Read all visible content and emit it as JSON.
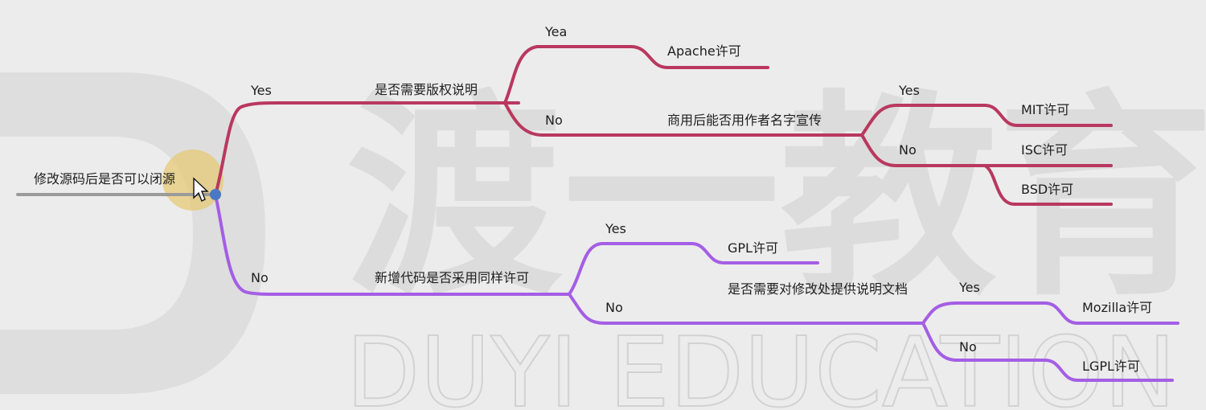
{
  "colors": {
    "red_branch": "#b9385f",
    "purple_branch": "#a45ee4",
    "gray_branch": "#9b9b9b",
    "root_dot": "#4a79c4",
    "highlight": "#e7c466",
    "watermark": "#d9d9d9"
  },
  "watermark": {
    "cn_text": "渡一教育",
    "en_text": "DUYI EDUCATION",
    "logo_letter": "D"
  },
  "root": {
    "label": "修改源码后是否可以闭源"
  },
  "yes_branch": {
    "edge_label": "Yes",
    "question": "是否需要版权说明",
    "yea": {
      "edge_label": "Yea",
      "result": "Apache许可"
    },
    "no": {
      "edge_label": "No",
      "question": "商用后能否用作者名字宣传",
      "yes": {
        "edge_label": "Yes",
        "result": "MIT许可"
      },
      "no": {
        "edge_label": "No",
        "result_isc": "ISC许可",
        "result_bsd": "BSD许可"
      }
    }
  },
  "no_branch": {
    "edge_label": "No",
    "question": "新增代码是否采用同样许可",
    "yes": {
      "edge_label": "Yes",
      "result": "GPL许可"
    },
    "no": {
      "edge_label": "No",
      "question": "是否需要对修改处提供说明文档",
      "yes": {
        "edge_label": "Yes",
        "result": "Mozilla许可"
      },
      "no": {
        "edge_label": "No",
        "result": "LGPL许可"
      }
    }
  }
}
